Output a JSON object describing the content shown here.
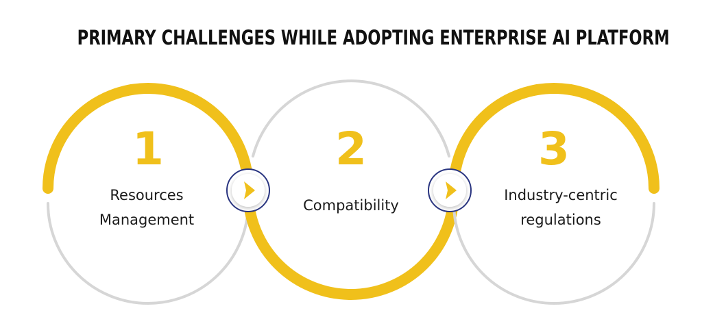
{
  "title": "PRIMARY CHALLENGES WHILE ADOPTING ENTERPRISE AI PLATFORM",
  "colors": {
    "accent": "#f0c01b",
    "ring": "#d6d6d6",
    "connector_ring": "#2a3580",
    "text": "#111111"
  },
  "steps": [
    {
      "number": "1",
      "label_lines": [
        "Resources",
        "Management"
      ]
    },
    {
      "number": "2",
      "label_lines": [
        "Compatibility"
      ]
    },
    {
      "number": "3",
      "label_lines": [
        "Industry-centric",
        "regulations"
      ]
    }
  ],
  "connectors": [
    {
      "icon": "chevron-right-icon"
    },
    {
      "icon": "chevron-right-icon"
    }
  ]
}
